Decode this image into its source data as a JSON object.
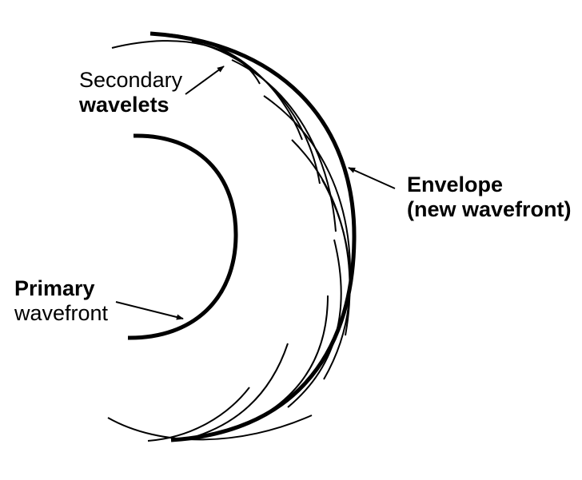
{
  "labels": {
    "secondary_line1": "Secondary",
    "secondary_line2": "wavelets",
    "envelope_line1": "Envelope",
    "envelope_line2": "(new wavefront)",
    "primary_line1": "Primary",
    "primary_line2": "wavefront"
  },
  "colors": {
    "ink": "#000000",
    "background": "#ffffff"
  }
}
